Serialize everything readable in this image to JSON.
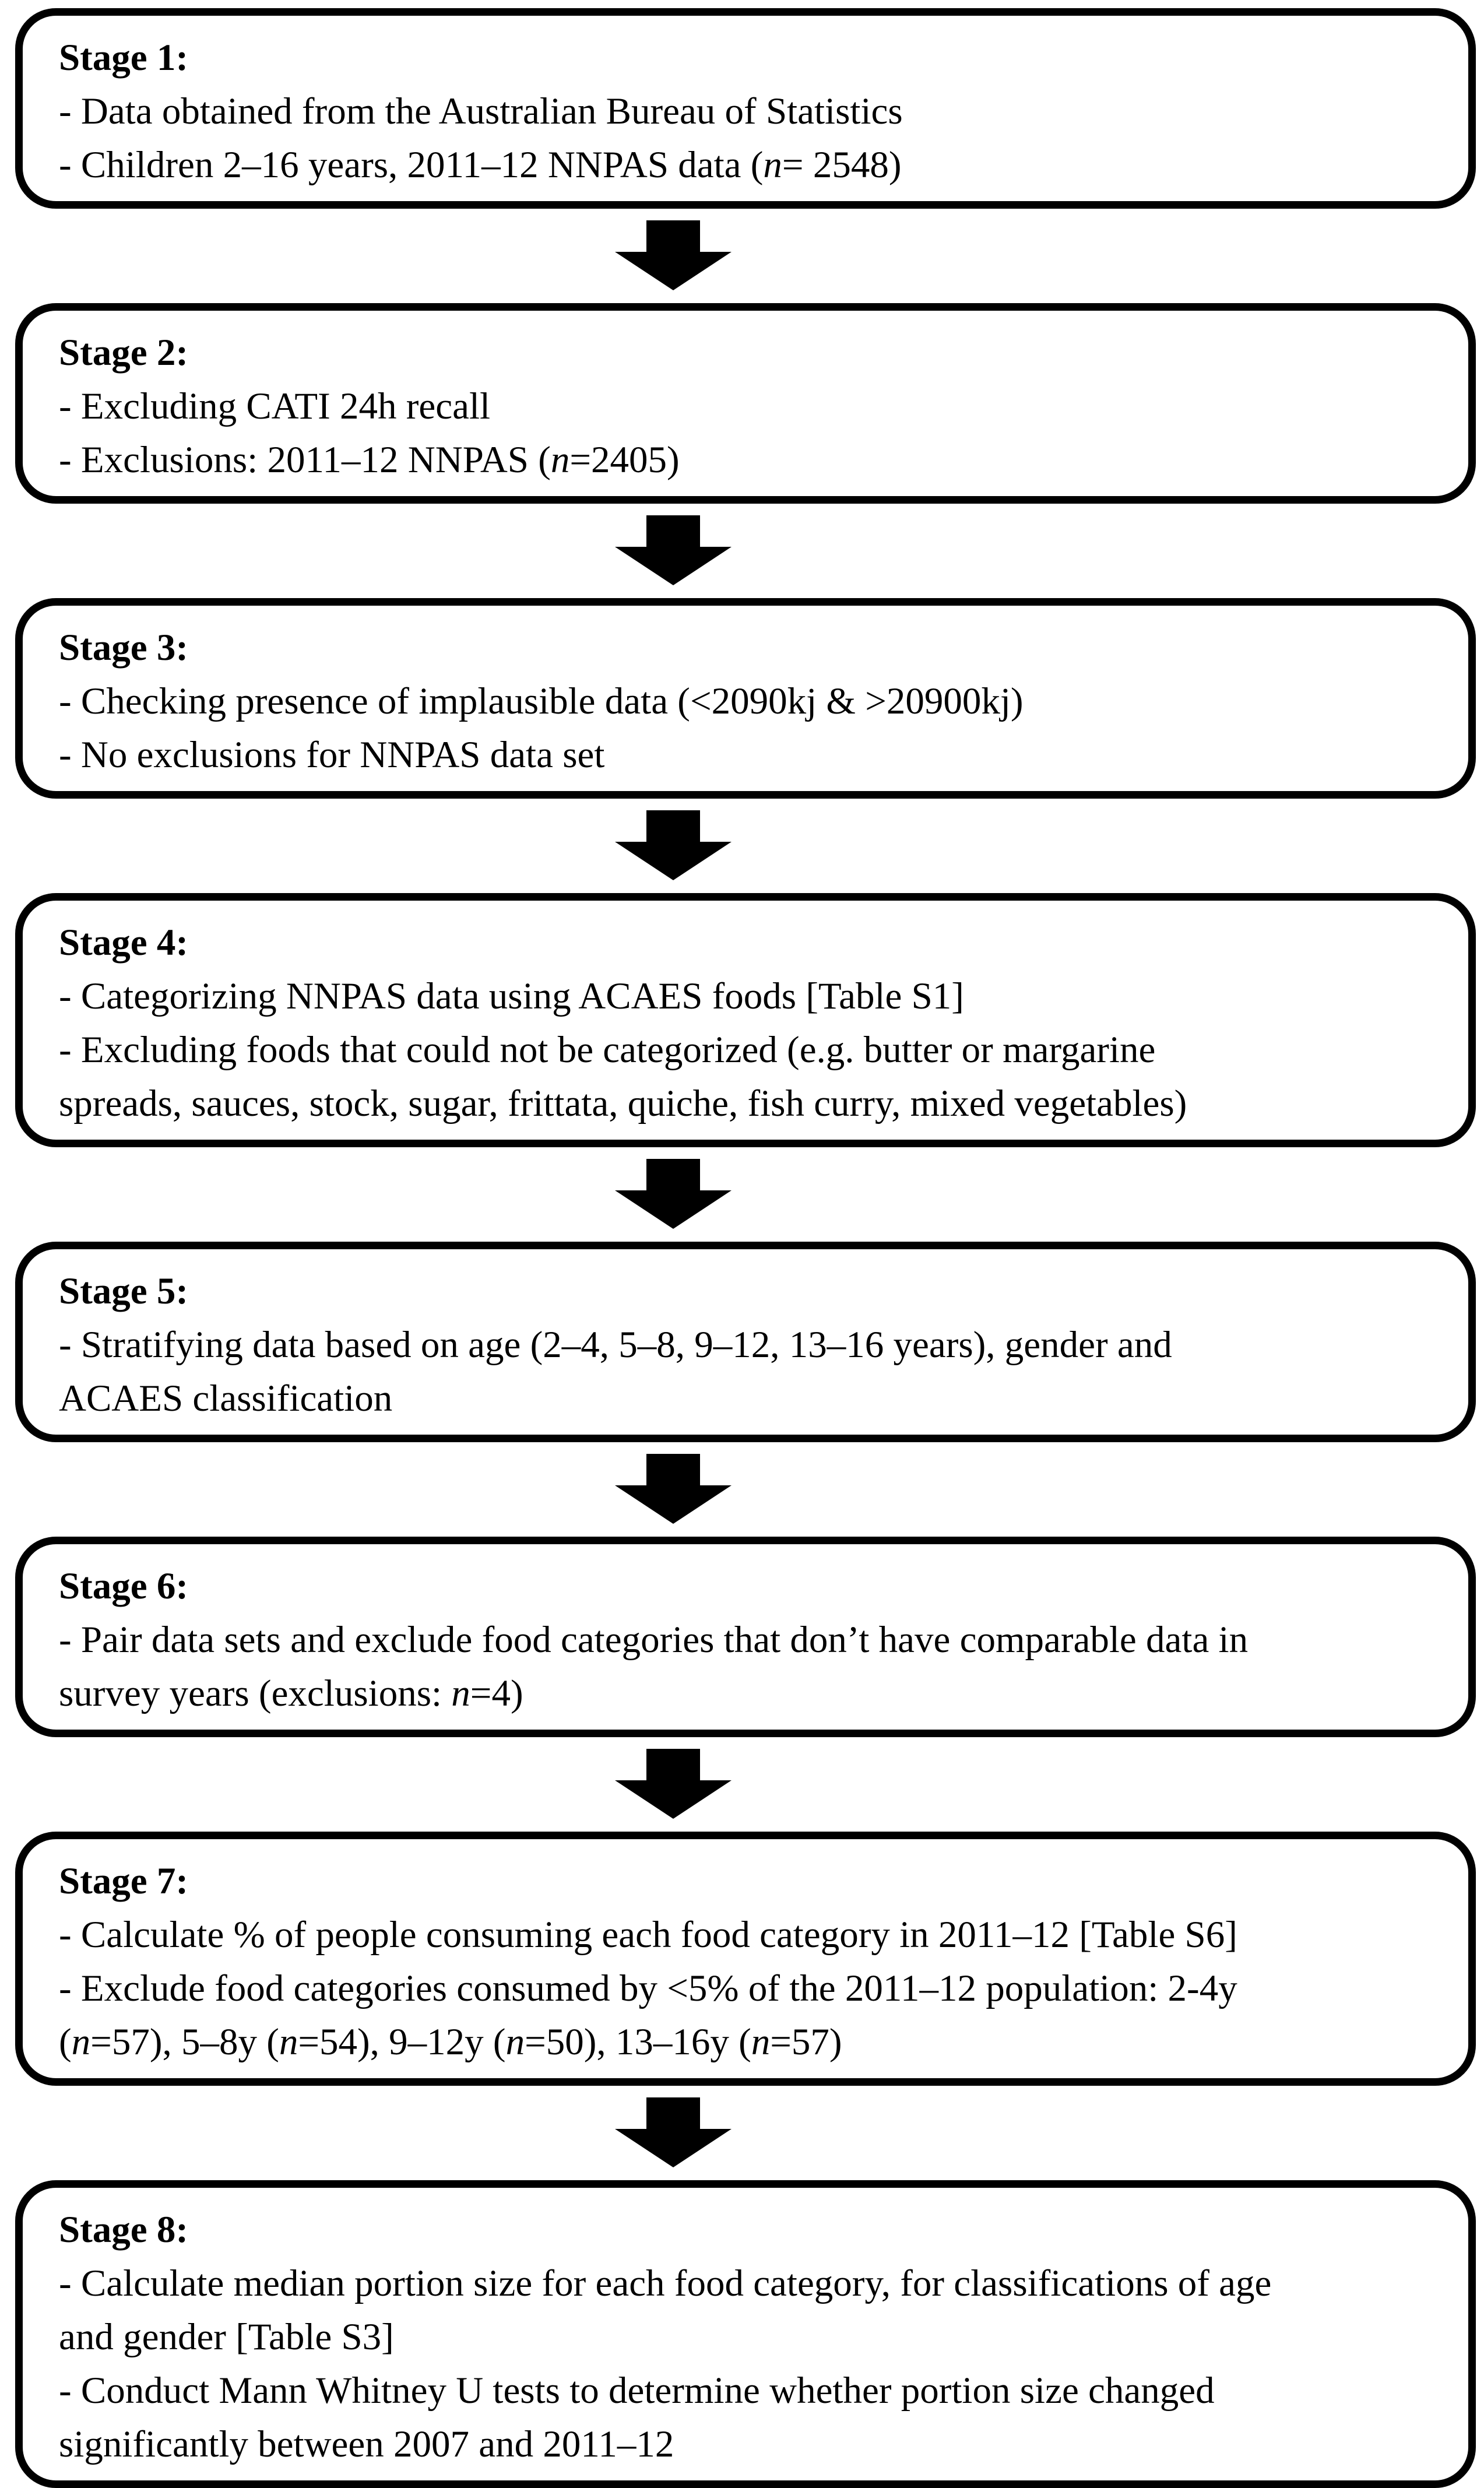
{
  "figure": {
    "type": "flowchart",
    "background_color": "#ffffff",
    "box_border_color": "#000000",
    "text_color": "#000000",
    "arrow_color": "#000000",
    "arrow_icon": "down-arrow-icon",
    "stages": [
      {
        "title": "Stage 1:",
        "lines": [
          "- Data obtained from the Australian Bureau of Statistics",
          [
            {
              "t": "- Children 2–16 years, 2011–12 NNPAS data ("
            },
            {
              "t": "n",
              "i": true
            },
            {
              "t": "= 2548)"
            }
          ]
        ]
      },
      {
        "title": "Stage 2:",
        "lines": [
          "- Excluding CATI 24h recall",
          [
            {
              "t": "- Exclusions: 2011–12 NNPAS ("
            },
            {
              "t": "n",
              "i": true
            },
            {
              "t": "=2405)"
            }
          ]
        ]
      },
      {
        "title": "Stage 3:",
        "lines": [
          "- Checking presence of implausible data (<2090kj & >20900kj)",
          "- No exclusions for NNPAS data set"
        ]
      },
      {
        "title": "Stage 4:",
        "lines": [
          "- Categorizing NNPAS data using ACAES foods [Table S1]",
          "- Excluding foods that could not be categorized (e.g. butter or margarine",
          "spreads, sauces, stock, sugar, frittata, quiche, fish curry, mixed vegetables)"
        ]
      },
      {
        "title": "Stage 5:",
        "lines": [
          "- Stratifying data based on age (2–4, 5–8, 9–12, 13–16 years), gender and",
          "ACAES classification"
        ]
      },
      {
        "title": "Stage 6:",
        "lines": [
          "- Pair data sets and exclude food categories that don’t have comparable data in",
          [
            {
              "t": "survey years (exclusions: "
            },
            {
              "t": "n",
              "i": true
            },
            {
              "t": "=4)"
            }
          ]
        ]
      },
      {
        "title": "Stage 7:",
        "lines": [
          "- Calculate % of people consuming each food category in 2011–12 [Table S6]",
          "- Exclude food categories consumed by <5% of the 2011–12 population: 2-4y",
          [
            {
              "t": "("
            },
            {
              "t": "n",
              "i": true
            },
            {
              "t": "=57), 5–8y ("
            },
            {
              "t": "n",
              "i": true
            },
            {
              "t": "=54), 9–12y ("
            },
            {
              "t": "n",
              "i": true
            },
            {
              "t": "=50), 13–16y ("
            },
            {
              "t": "n",
              "i": true
            },
            {
              "t": "=57)"
            }
          ]
        ]
      },
      {
        "title": "Stage 8:",
        "lines": [
          "- Calculate median portion size for each food category, for classifications of age",
          "and gender [Table S3]",
          "- Conduct Mann Whitney U tests to determine whether portion size changed",
          "significantly between 2007 and 2011–12"
        ]
      }
    ]
  }
}
